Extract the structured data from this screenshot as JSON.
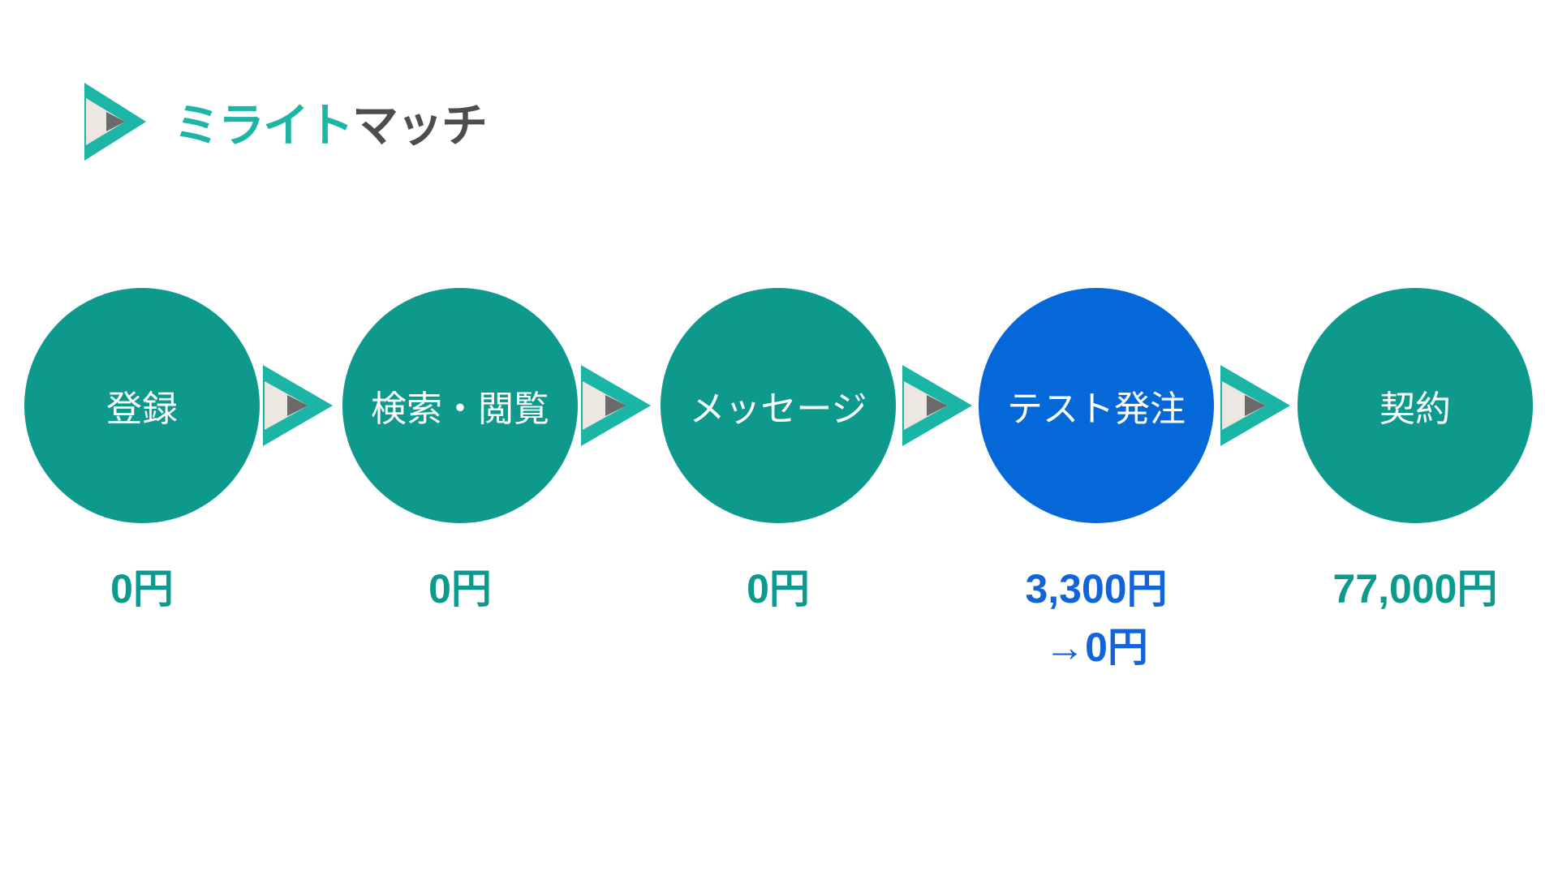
{
  "logo": {
    "brand_teal": "ミライト",
    "brand_dark": "マッチ"
  },
  "colors": {
    "background": "#ffffff",
    "circle_teal": "#0D9A8D",
    "circle_blue": "#0568D9",
    "arrow_teal": "#1BB5A5",
    "arrow_cream": "#EDE7E1",
    "arrow_gray": "#6A6A6A",
    "logo_teal": "#1CB5A6",
    "logo_dark": "#4D4D4D",
    "label_text": "#ffffff",
    "price_teal": "#0D9A8D",
    "price_blue": "#1164DA"
  },
  "steps": [
    {
      "label": "登録",
      "price": "0円",
      "circle_color": "#0D9A8D",
      "price_color": "#0D9A8D"
    },
    {
      "label": "検索・閲覧",
      "price": "0円",
      "circle_color": "#0D9A8D",
      "price_color": "#0D9A8D"
    },
    {
      "label": "メッセージ",
      "price": "0円",
      "circle_color": "#0D9A8D",
      "price_color": "#0D9A8D"
    },
    {
      "label": "テスト発注",
      "price": "3,300円",
      "price_note": "→0円",
      "circle_color": "#0568D9",
      "price_color": "#1164DA"
    },
    {
      "label": "契約",
      "price": "77,000円",
      "circle_color": "#0D9A8D",
      "price_color": "#0D9A8D"
    }
  ]
}
